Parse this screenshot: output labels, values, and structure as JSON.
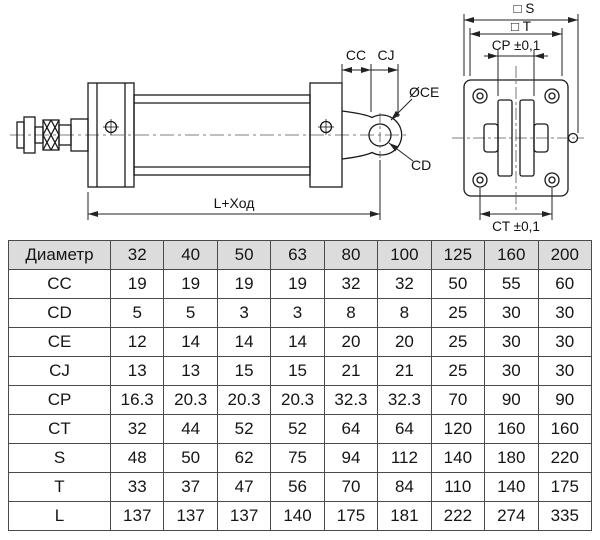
{
  "colors": {
    "line": "#1a1a1a",
    "dimension_line": "#222222",
    "table_header_bg": "#dcdcdc",
    "table_border": "#4a4a4a",
    "background": "#ffffff"
  },
  "diagram": {
    "side": {
      "cc": "CC",
      "cj": "CJ",
      "ce": "ØCE",
      "cd": "CD",
      "length": "L+Ход"
    },
    "end": {
      "s": "□ S",
      "t": "□ T",
      "cp": "CP ±0,1",
      "ct": "CT ±0,1"
    }
  },
  "table": {
    "header_label": "Диаметр",
    "diameters": [
      "32",
      "40",
      "50",
      "63",
      "80",
      "100",
      "125",
      "160",
      "200"
    ],
    "rows": [
      {
        "label": "CC",
        "values": [
          "19",
          "19",
          "19",
          "19",
          "32",
          "32",
          "50",
          "55",
          "60"
        ]
      },
      {
        "label": "CD",
        "values": [
          "5",
          "5",
          "3",
          "3",
          "8",
          "8",
          "25",
          "30",
          "30"
        ]
      },
      {
        "label": "CE",
        "values": [
          "12",
          "14",
          "14",
          "14",
          "20",
          "20",
          "25",
          "30",
          "30"
        ]
      },
      {
        "label": "CJ",
        "values": [
          "13",
          "13",
          "15",
          "15",
          "21",
          "21",
          "25",
          "30",
          "30"
        ]
      },
      {
        "label": "CP",
        "values": [
          "16.3",
          "20.3",
          "20.3",
          "20.3",
          "32.3",
          "32.3",
          "70",
          "90",
          "90"
        ]
      },
      {
        "label": "CT",
        "values": [
          "32",
          "44",
          "52",
          "52",
          "64",
          "64",
          "120",
          "160",
          "160"
        ]
      },
      {
        "label": "S",
        "values": [
          "48",
          "50",
          "62",
          "75",
          "94",
          "112",
          "140",
          "180",
          "220"
        ]
      },
      {
        "label": "T",
        "values": [
          "33",
          "37",
          "47",
          "56",
          "70",
          "84",
          "110",
          "140",
          "175"
        ]
      },
      {
        "label": "L",
        "values": [
          "137",
          "137",
          "137",
          "140",
          "175",
          "181",
          "222",
          "274",
          "335"
        ]
      }
    ]
  }
}
